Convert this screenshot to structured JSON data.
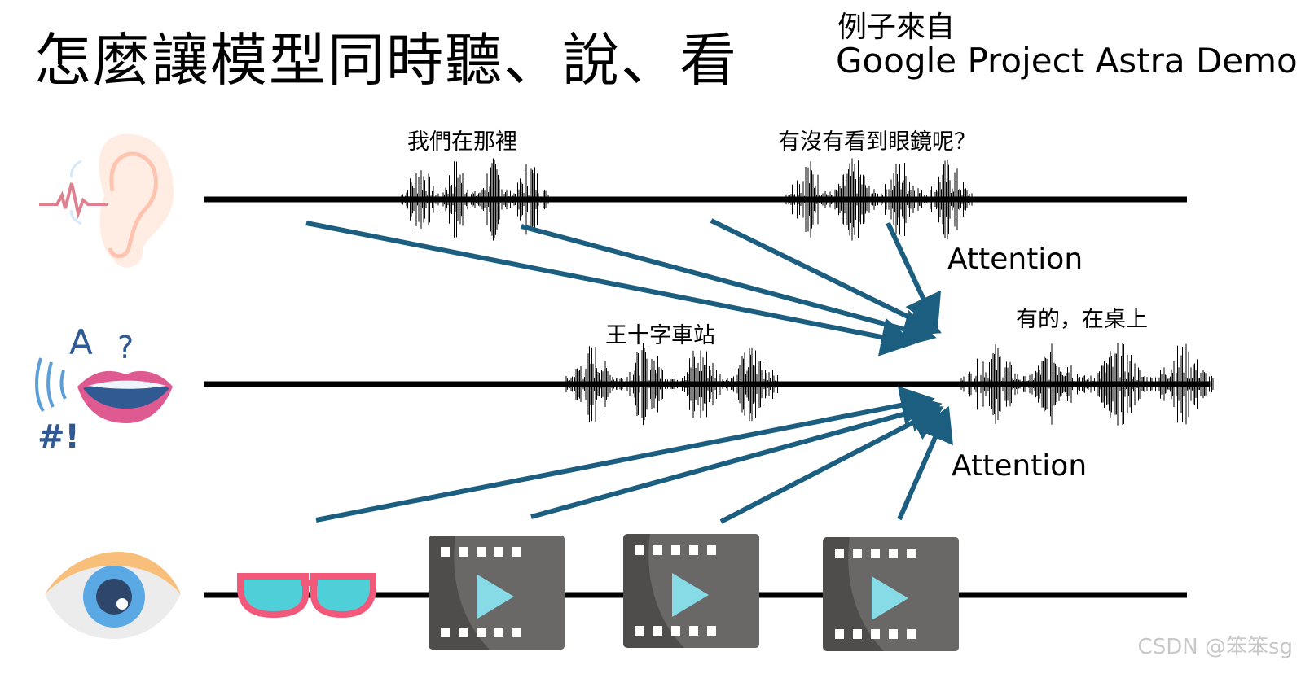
{
  "slide": {
    "title": "怎麼讓模型同時聽、說、看",
    "source_line1": "例子來自",
    "source_line2": "Google Project Astra Demo",
    "watermark": "CSDN @笨笨sg"
  },
  "tracks": [
    {
      "name": "listen",
      "icon": "ear-icon"
    },
    {
      "name": "speak",
      "icon": "mouth-icon"
    },
    {
      "name": "see",
      "icon": "eye-icon"
    }
  ],
  "utterances": {
    "listen_1": "我們在那裡",
    "listen_2": "有沒有看到眼鏡呢？",
    "speak_1": "王十字車站",
    "speak_2": "有的，在桌上"
  },
  "attention_labels": {
    "top": "Attention",
    "bottom": "Attention"
  },
  "visual_frames": [
    "glasses-icon",
    "video-frame-icon",
    "video-frame-icon",
    "video-frame-icon"
  ],
  "colors": {
    "arrow": "#1b5e80",
    "line": "#000000",
    "film_dark": "#4f4d4b",
    "film_light": "#6a6866",
    "play": "#86dbe6"
  }
}
